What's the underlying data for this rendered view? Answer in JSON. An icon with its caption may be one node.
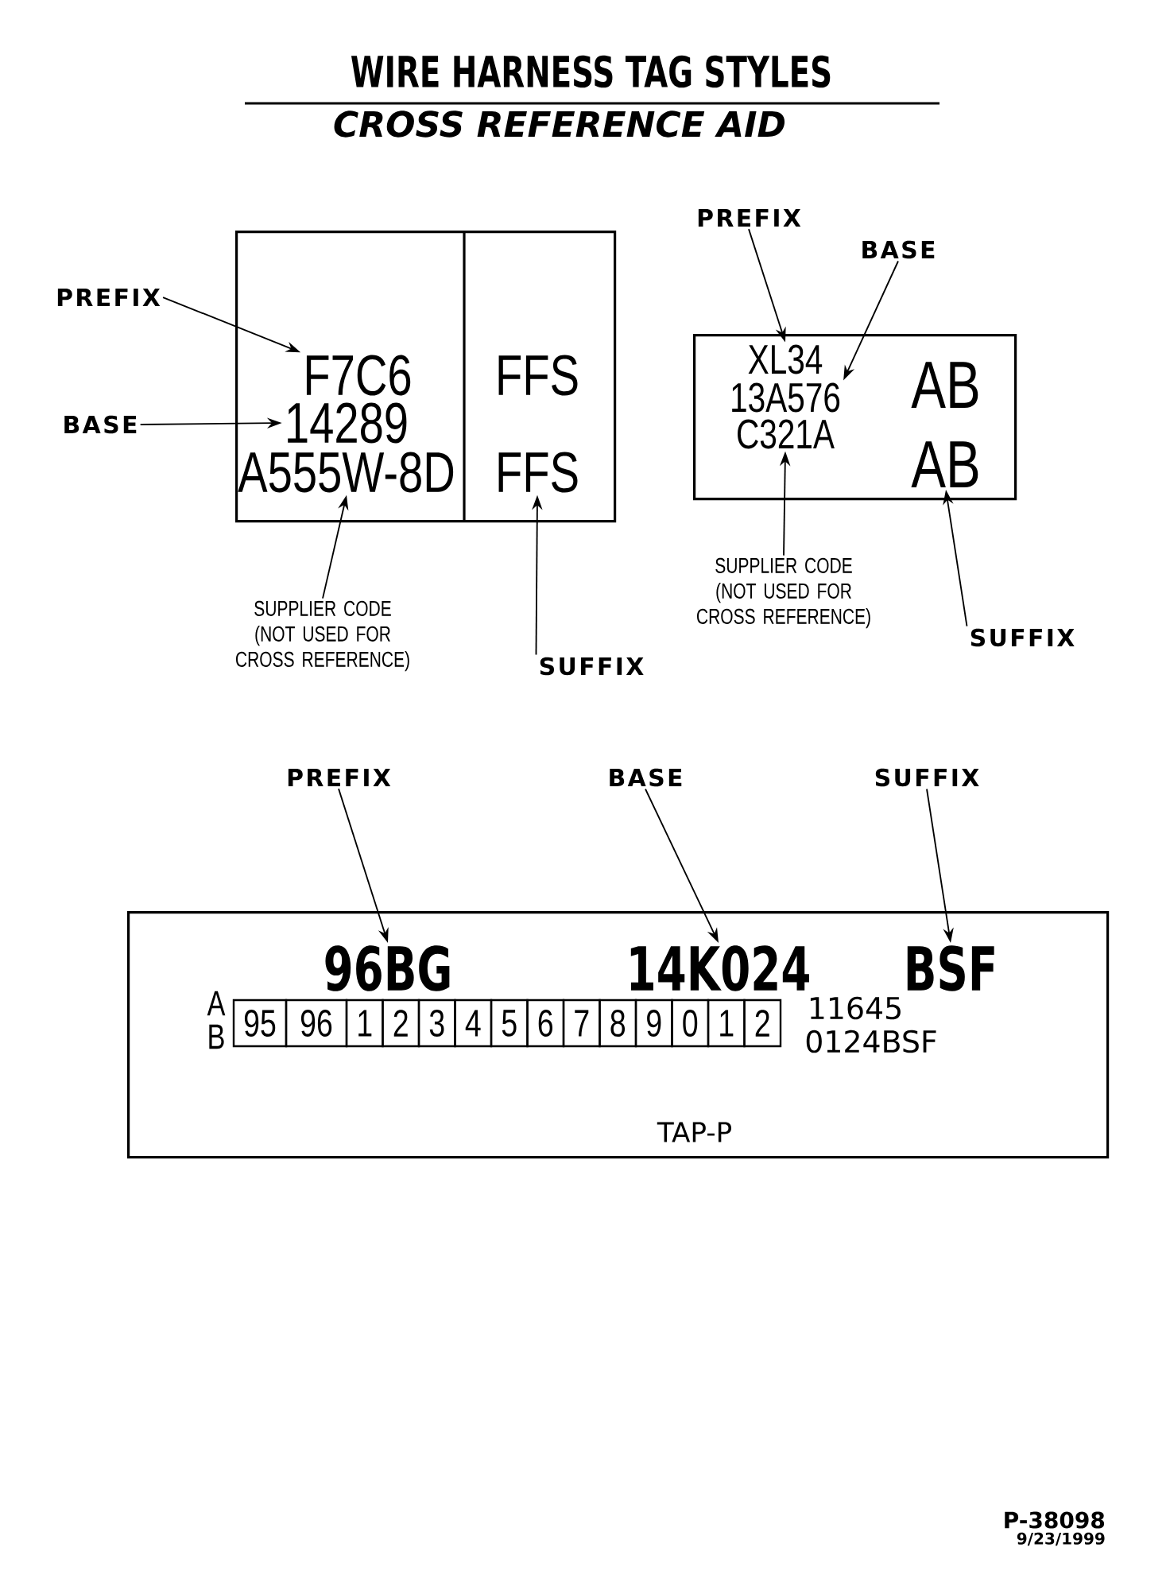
{
  "diagram": {
    "title": "WIRE HARNESS TAG STYLES",
    "nodes": [
      {
        "text": [],
        "shape": "box"
      },
      {
        "text": [
          "F7C6"
        ],
        "in": 0
      },
      {
        "text": [
          "14289"
        ],
        "in": 0
      },
      {
        "text": [
          "A555W-8D"
        ],
        "in": 0
      },
      {
        "text": [
          "FFS"
        ],
        "in": 0
      },
      {
        "text": [
          "PREFIX"
        ]
      },
      {
        "text": [
          "BASE"
        ]
      },
      {
        "text": [
          "SUPPLIER CODE (NOT USED FOR CROSS REFERENCE)"
        ]
      },
      {
        "text": [
          "SUFFIX"
        ]
      },
      {
        "text": [],
        "shape": "box"
      },
      {
        "text": [
          "XL34"
        ],
        "in": 9
      },
      {
        "text": [
          "13A576"
        ],
        "in": 9
      },
      {
        "text": [
          "C321A"
        ],
        "in": 9
      },
      {
        "text": [
          "AB"
        ],
        "in": 9
      },
      {
        "text": [
          "PREFIX"
        ]
      },
      {
        "text": [
          "BASE"
        ]
      },
      {
        "text": [
          "SUPPLIER CODE (NOT USED FOR CROSS REFERENCE)"
        ]
      },
      {
        "text": [
          "SUFFIX"
        ]
      },
      {
        "text": [],
        "shape": "box"
      },
      {
        "text": [
          "96BG"
        ],
        "in": 18
      },
      {
        "text": [
          "14K024"
        ],
        "in": 18
      },
      {
        "text": [
          "BSF"
        ],
        "in": 18
      },
      {
        "text": [
          "95"
        ],
        "in": 18
      },
      {
        "text": [
          "96"
        ],
        "in": 18
      },
      {
        "text": [
          "1"
        ],
        "in": 18
      },
      {
        "text": [
          "2"
        ],
        "in": 18
      },
      {
        "text": [
          "3"
        ],
        "in": 18
      },
      {
        "text": [
          "4"
        ],
        "in": 18
      },
      {
        "text": [
          "5"
        ],
        "in": 18
      },
      {
        "text": [
          "6"
        ],
        "in": 18
      },
      {
        "text": [
          "7"
        ],
        "in": 18
      },
      {
        "text": [
          "8"
        ],
        "in": 18
      },
      {
        "text": [
          "9"
        ],
        "in": 18
      },
      {
        "text": [
          "0"
        ],
        "in": 18
      },
      {
        "text": [
          "1"
        ],
        "in": 18
      },
      {
        "text": [
          "2"
        ],
        "in": 18
      },
      {
        "text": [
          "PREFIX"
        ]
      },
      {
        "text": [
          "BASE"
        ]
      },
      {
        "text": [
          "SUFFIX"
        ]
      }
    ],
    "edges": [
      {
        "from": 5,
        "to": 1,
        "arrow": "to"
      },
      {
        "from": 6,
        "to": 2,
        "arrow": "to"
      },
      {
        "from": 7,
        "to": 3,
        "arrow": "to"
      },
      {
        "from": 8,
        "to": 4,
        "arrow": "to"
      },
      {
        "from": 14,
        "to": 10,
        "arrow": "to"
      },
      {
        "from": 15,
        "to": 11,
        "arrow": "to"
      },
      {
        "from": 16,
        "to": 12,
        "arrow": "to"
      },
      {
        "from": 17,
        "to": 13,
        "arrow": "to"
      },
      {
        "from": 36,
        "to": 19,
        "arrow": "to"
      },
      {
        "from": 37,
        "to": 20,
        "arrow": "to"
      },
      {
        "from": 38,
        "to": 21,
        "arrow": "to"
      }
    ],
    "labels": [
      "CROSS REFERENCE AID",
      "FFS",
      "AB",
      "A",
      "B",
      "11645",
      "0124BSF",
      "TAP-P",
      "P-38098",
      "9/23/1999"
    ]
  }
}
